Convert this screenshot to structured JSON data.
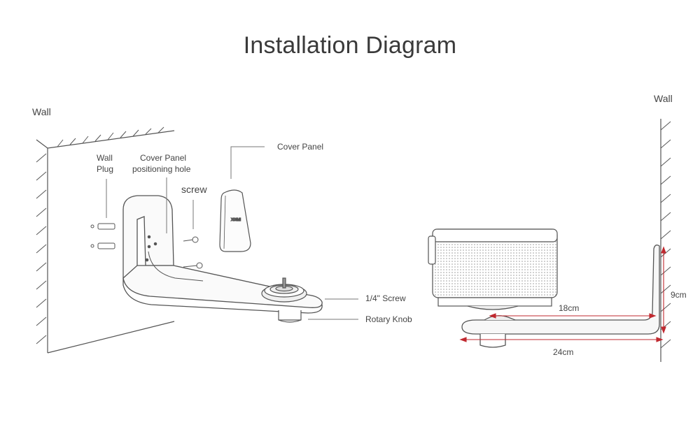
{
  "title": "Installation Diagram",
  "left": {
    "wall_label": "Wall",
    "wall_plug_line1": "Wall",
    "wall_plug_line2": "Plug",
    "cover_hole_line1": "Cover Panel",
    "cover_hole_line2": "positioning hole",
    "screw_label": "screw",
    "cover_panel_label": "Cover Panel",
    "quarter_screw_label": "1/4\" Screw",
    "rotary_knob_label": "Rotary Knob"
  },
  "right": {
    "wall_label": "Wall",
    "dim_18": "18cm",
    "dim_24": "24cm",
    "dim_9": "9cm"
  },
  "colors": {
    "line": "#555555",
    "dimension": "#c0282f"
  }
}
